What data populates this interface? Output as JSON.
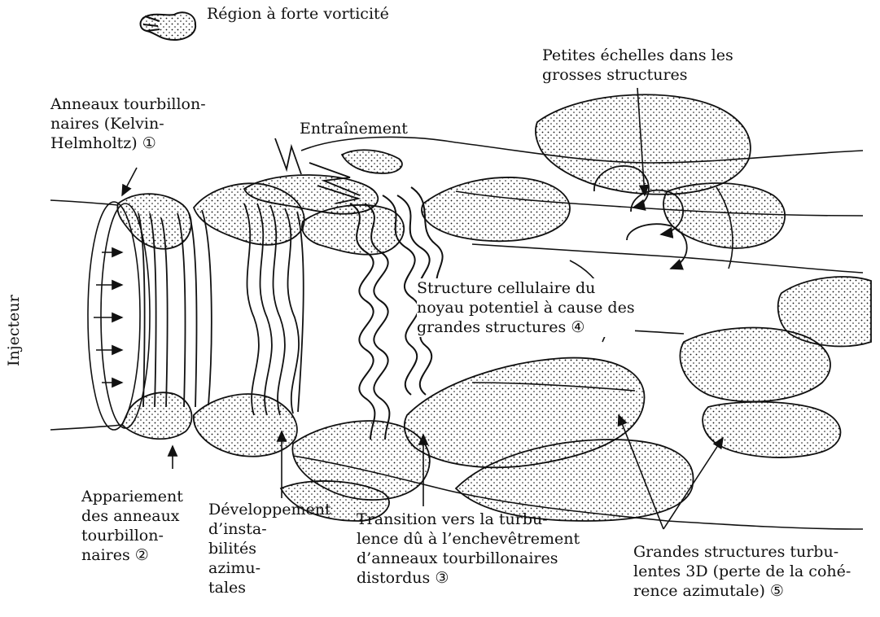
{
  "legend": {
    "text": "Région à forte vorticité"
  },
  "labels": {
    "anneaux": "Anneaux tourbillon-\nnaires (Kelvin-\nHelmholtz) ①",
    "entrainement": "Entraînement",
    "petites": "Petites échelles dans les\ngrosses structures",
    "structure": "Structure cellulaire du\nnoyau potentiel à cause des\ngrandes structures ④",
    "injecteur": "Injecteur",
    "appariement": "Appariement\ndes anneaux\ntourbillon-\nnaires ②",
    "developpement": "Développement\nd’insta-\nbilités\nazimu-\ntales",
    "transition": "Transition vers la turbu-\nlence dû à l’enchevêtrement\nd’anneaux tourbillonaires\ndistordus ③",
    "grandes": "Grandes structures turbu-\nlentes 3D (perte de la cohé-\nrence azimutale) ⑤"
  },
  "colors": {
    "ink": "#111111",
    "background": "#ffffff"
  }
}
